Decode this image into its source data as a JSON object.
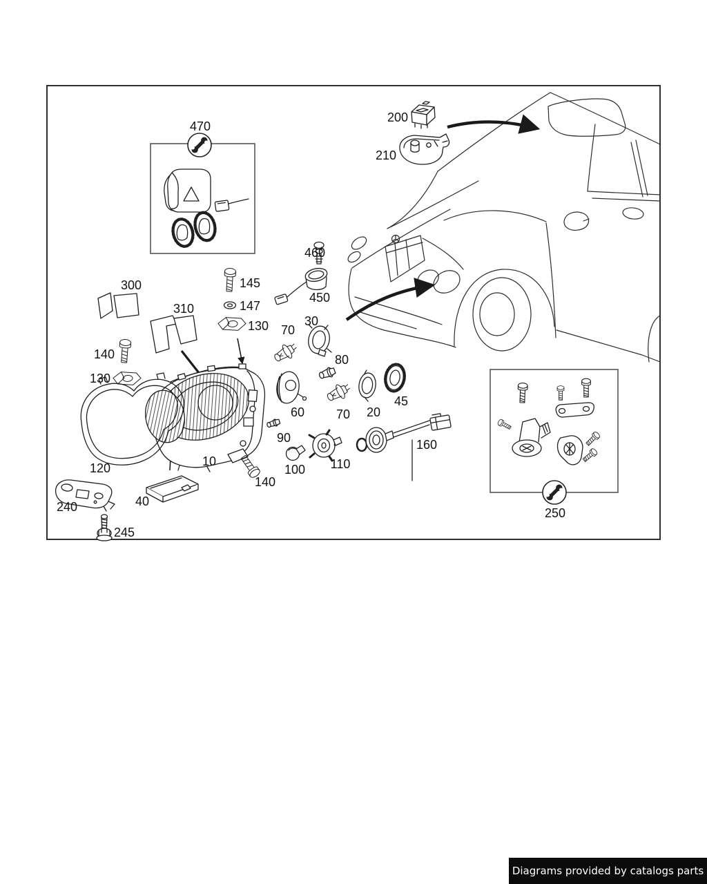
{
  "page": {
    "background": "#ffffff"
  },
  "colors": {
    "ink": "#1f1f1f",
    "frame_border": "#2f2f2f",
    "inset_border": "#555555",
    "footer_bg": "#0b0b0b",
    "footer_text": "#ffffff"
  },
  "footer": {
    "credit": "Diagrams provided by catalogs parts"
  },
  "icons": [
    {
      "name": "wrench-icon",
      "meaning": "service kit marker"
    }
  ],
  "parts": [
    {
      "num": "470"
    },
    {
      "num": "200"
    },
    {
      "num": "210"
    },
    {
      "num": "460"
    },
    {
      "num": "450"
    },
    {
      "num": "145"
    },
    {
      "num": "147"
    },
    {
      "num": "130"
    },
    {
      "num": "300"
    },
    {
      "num": "310"
    },
    {
      "num": "140"
    },
    {
      "num": "130"
    },
    {
      "num": "70"
    },
    {
      "num": "30"
    },
    {
      "num": "80"
    },
    {
      "num": "45"
    },
    {
      "num": "20"
    },
    {
      "num": "70"
    },
    {
      "num": "60"
    },
    {
      "num": "90"
    },
    {
      "num": "10"
    },
    {
      "num": "120"
    },
    {
      "num": "100"
    },
    {
      "num": "110"
    },
    {
      "num": "140"
    },
    {
      "num": "160"
    },
    {
      "num": "40"
    },
    {
      "num": "240"
    },
    {
      "num": "245"
    },
    {
      "num": "250"
    }
  ]
}
